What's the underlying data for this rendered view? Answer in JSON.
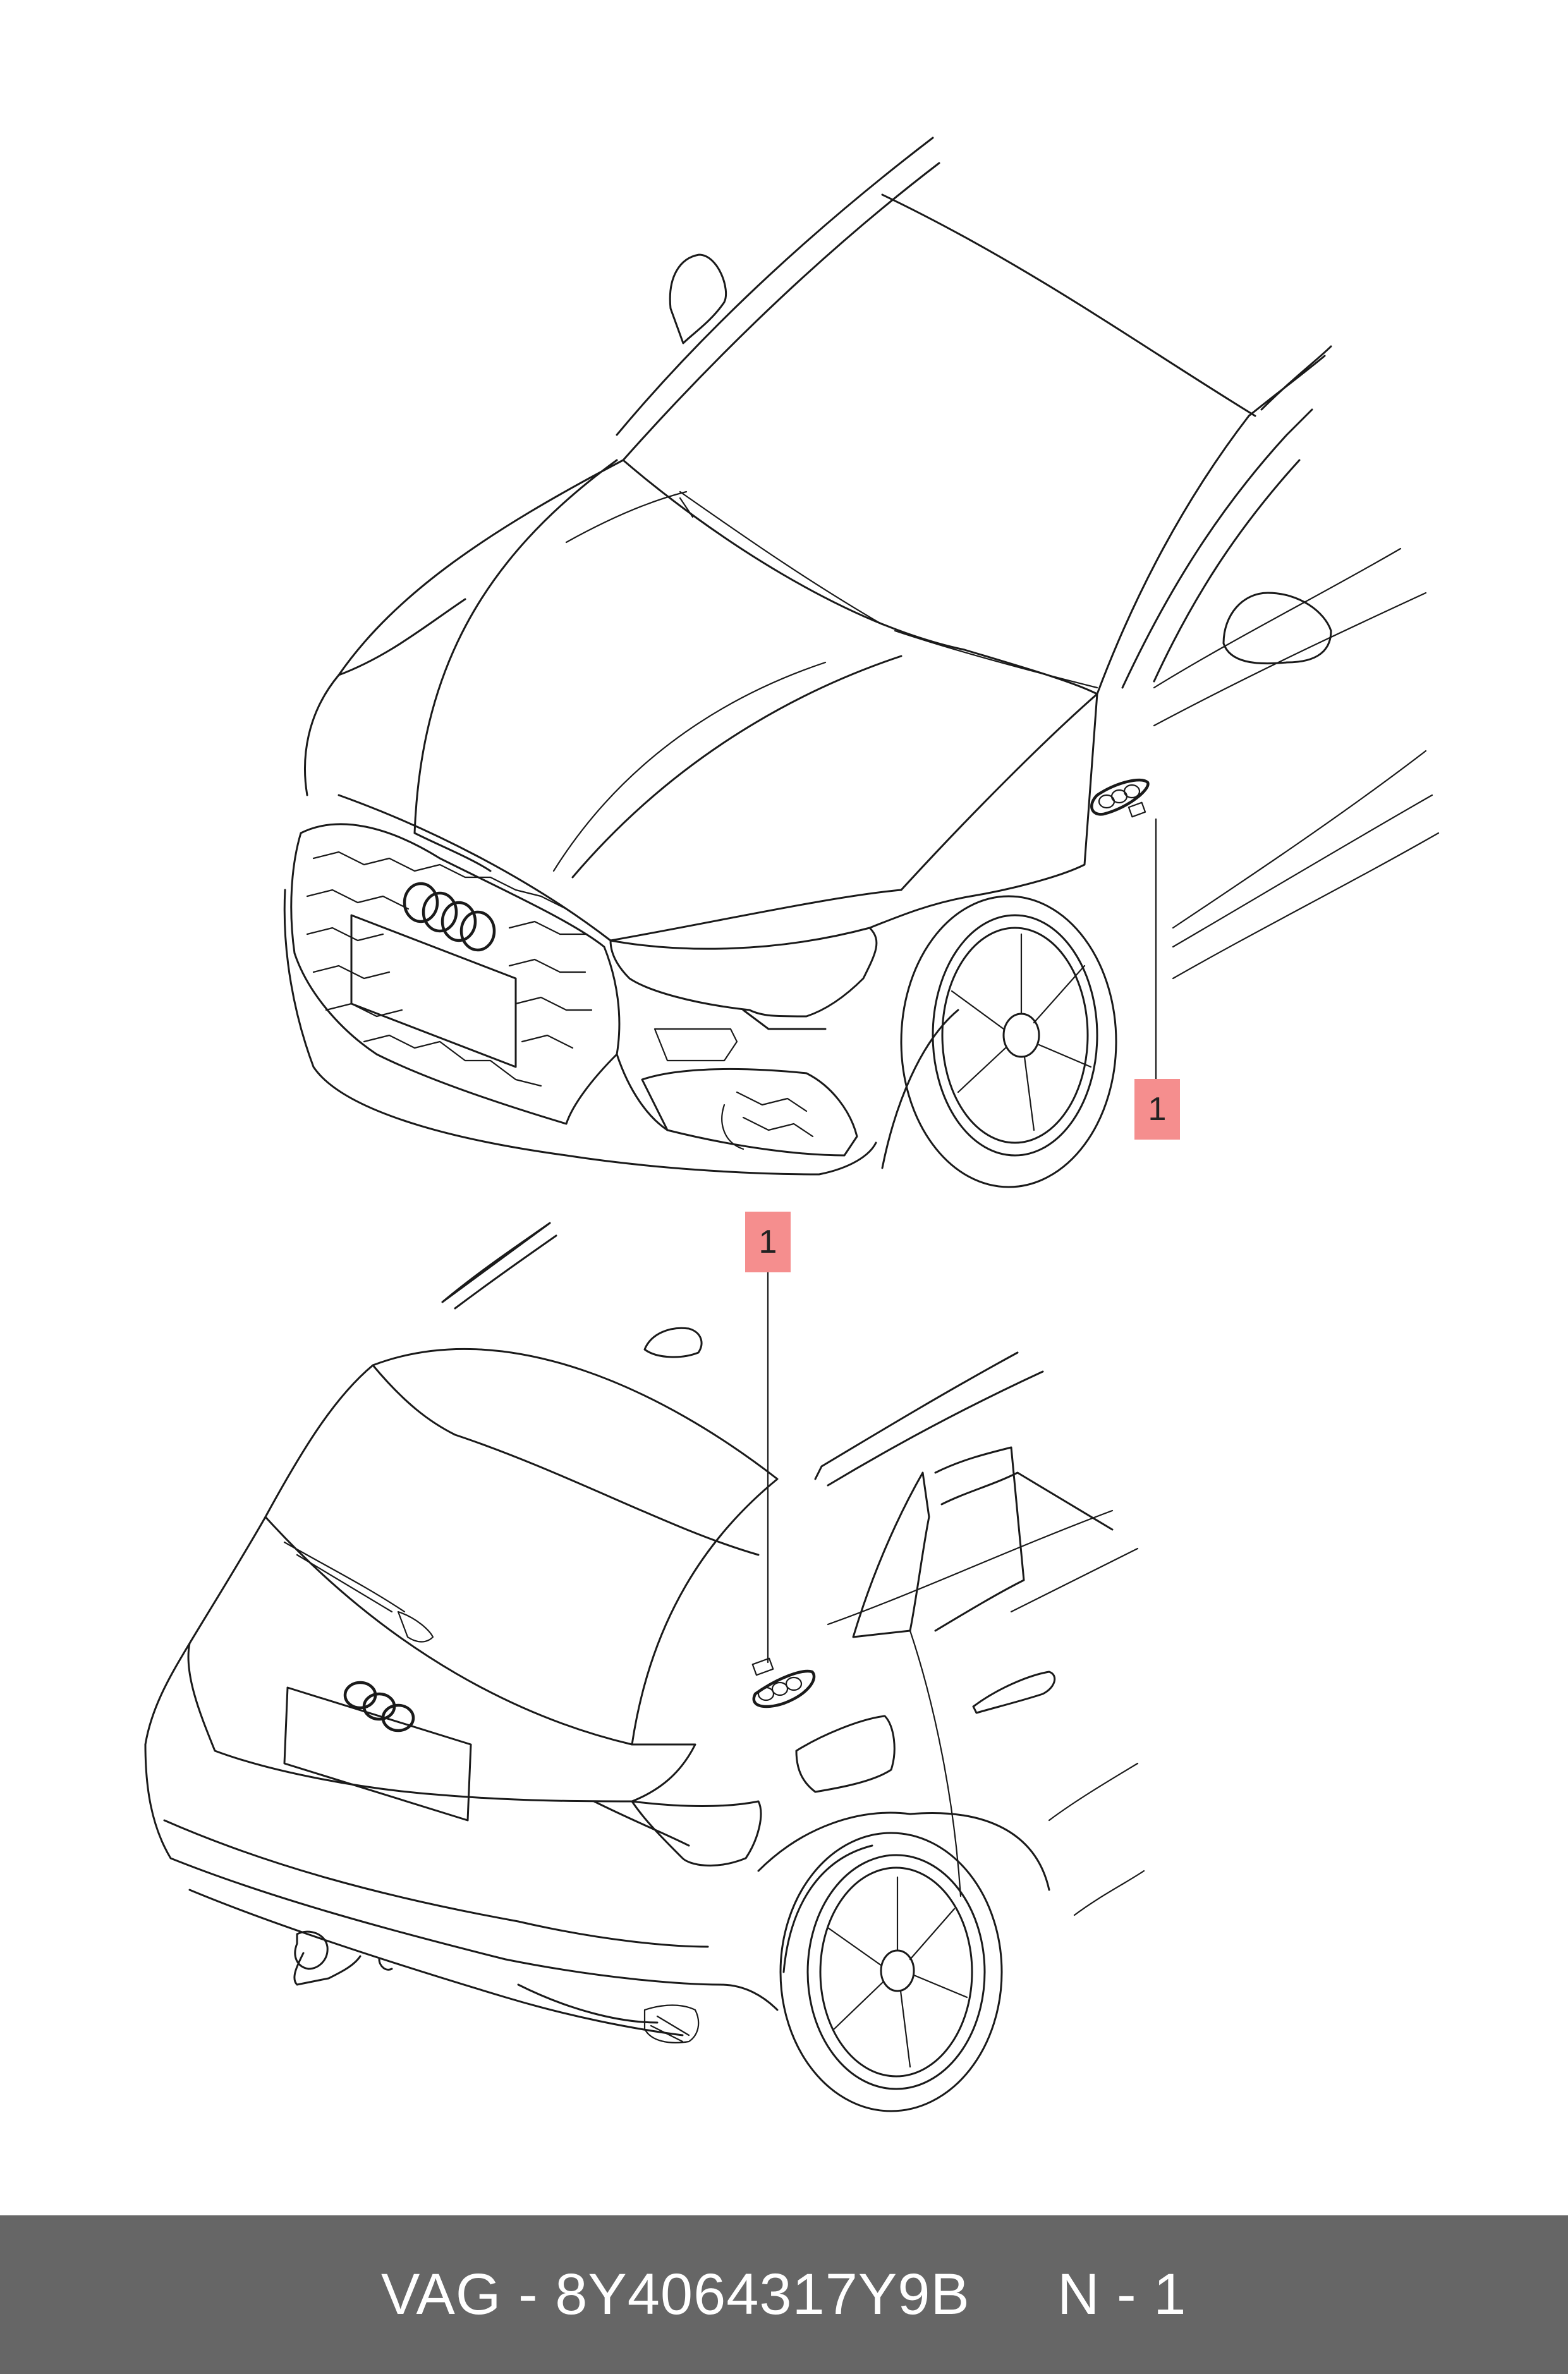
{
  "diagram": {
    "front_view": {
      "callout_number": "1"
    },
    "rear_view": {
      "callout_number": "1"
    }
  },
  "footer": {
    "part_label": "VAG - 8Y4064317Y9B",
    "sheet_label": "N - 1"
  },
  "colors": {
    "callout_fill": "#f58e8e",
    "footer_bar": "#666666",
    "footer_text": "#ffffff",
    "line": "#1a1a1a"
  }
}
